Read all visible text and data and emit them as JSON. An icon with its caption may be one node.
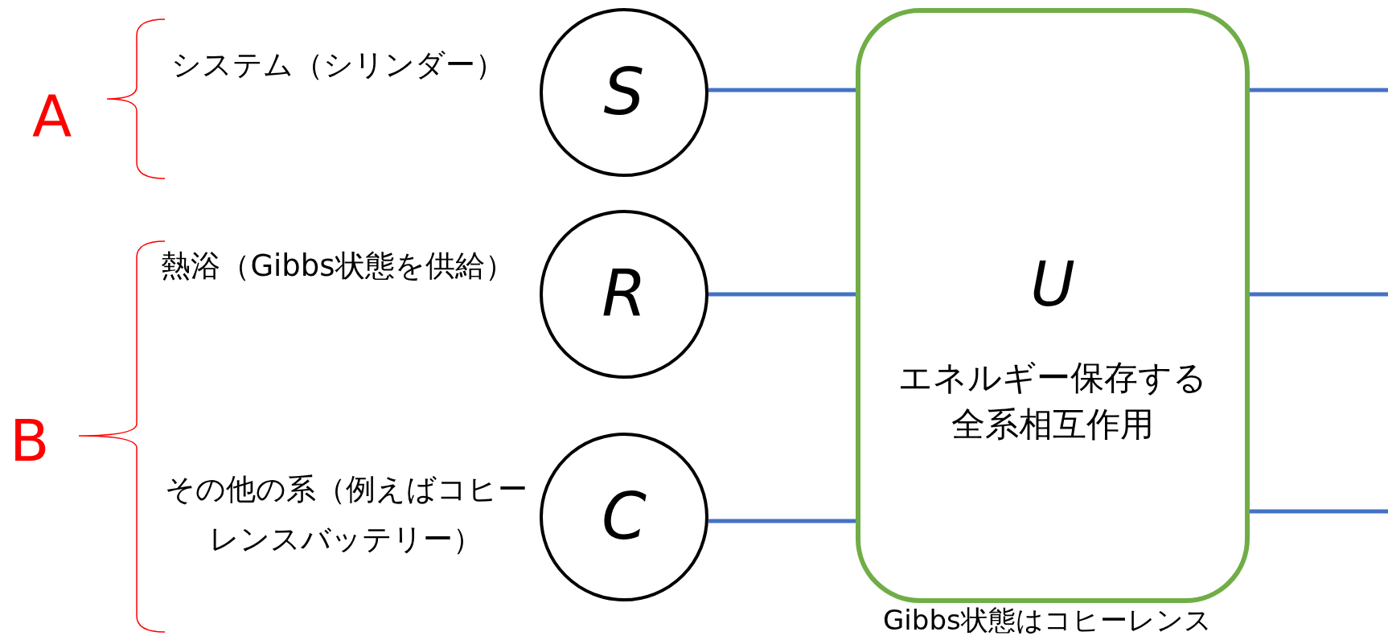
{
  "diagram": {
    "nodes": [
      {
        "text": [
          "S"
        ],
        "beside": [
          "システム（シリンダー）"
        ]
      },
      {
        "text": [
          "R"
        ],
        "beside": [
          "熱浴（Gibbs状態を供給）"
        ]
      },
      {
        "text": [
          "C"
        ],
        "beside": [
          "その他の系（例えばコヒーレンスバッテリー）"
        ]
      },
      {
        "text": [
          "U",
          "エネルギー保存する全系相互作用"
        ]
      }
    ],
    "edges": [
      {
        "from": 0,
        "to": 3,
        "arrow": "none"
      },
      {
        "from": 1,
        "to": 3,
        "arrow": "none"
      },
      {
        "from": 2,
        "to": 3,
        "arrow": "none"
      },
      {
        "from": 3,
        "to": null,
        "arrow": "none"
      },
      {
        "from": 3,
        "to": null,
        "arrow": "none"
      },
      {
        "from": 3,
        "to": null,
        "arrow": "none"
      }
    ],
    "labels": [
      "A",
      "B",
      "Gibbs状態はコヒーレンス"
    ]
  }
}
